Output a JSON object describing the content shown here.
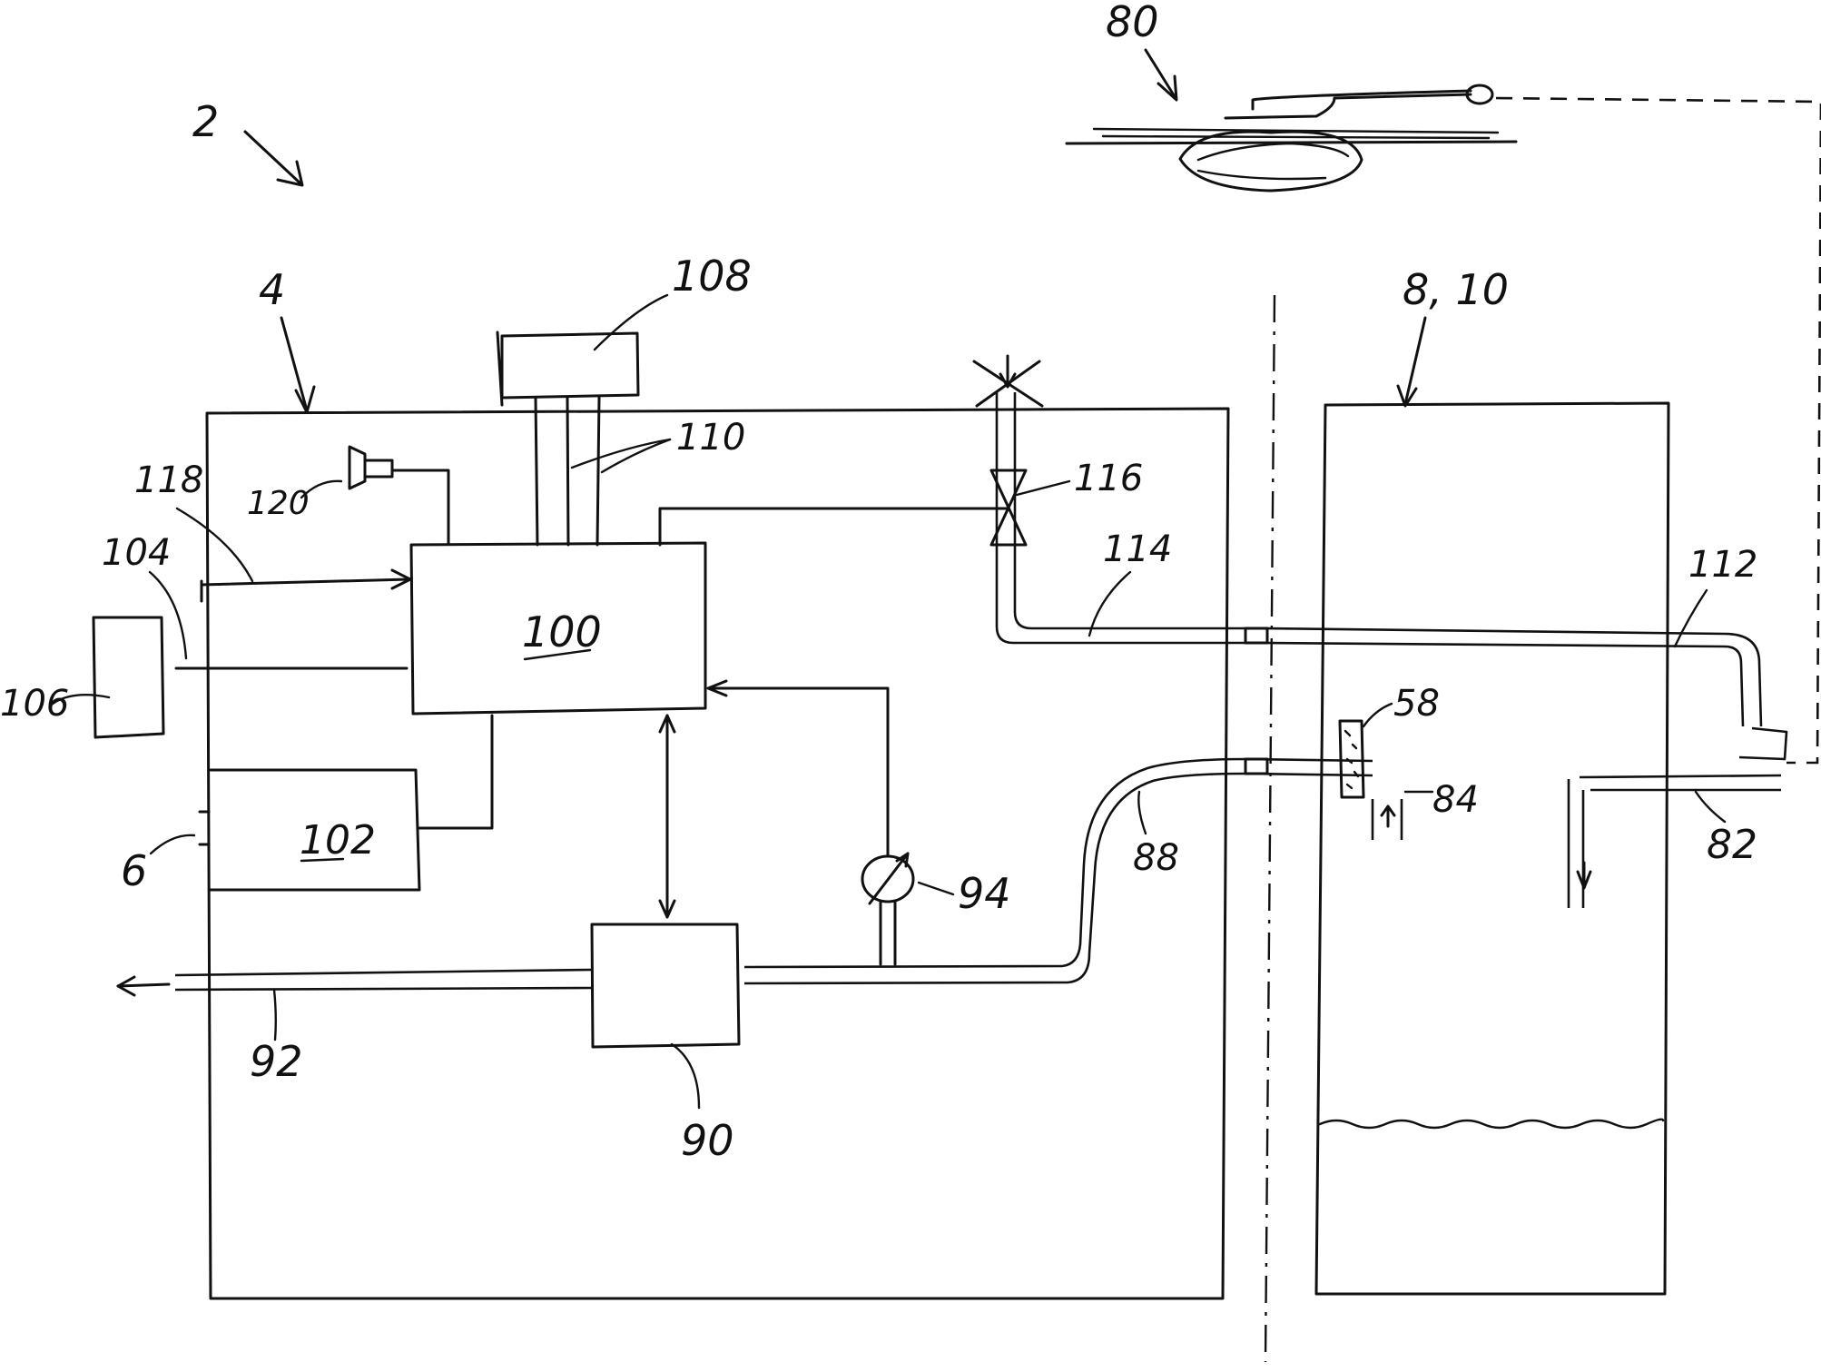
{
  "figure": {
    "ref_2": "2",
    "ref_4": "4",
    "ref_6": "6",
    "ref_8_10": "8, 10",
    "ref_58": "58",
    "ref_80": "80",
    "ref_82": "82",
    "ref_84": "84",
    "ref_88": "88",
    "ref_90": "90",
    "ref_92": "92",
    "ref_94": "94",
    "ref_100": "100",
    "ref_102": "102",
    "ref_104": "104",
    "ref_106": "106",
    "ref_108": "108",
    "ref_110": "110",
    "ref_112": "112",
    "ref_114": "114",
    "ref_116": "116",
    "ref_118": "118",
    "ref_120": "120"
  }
}
